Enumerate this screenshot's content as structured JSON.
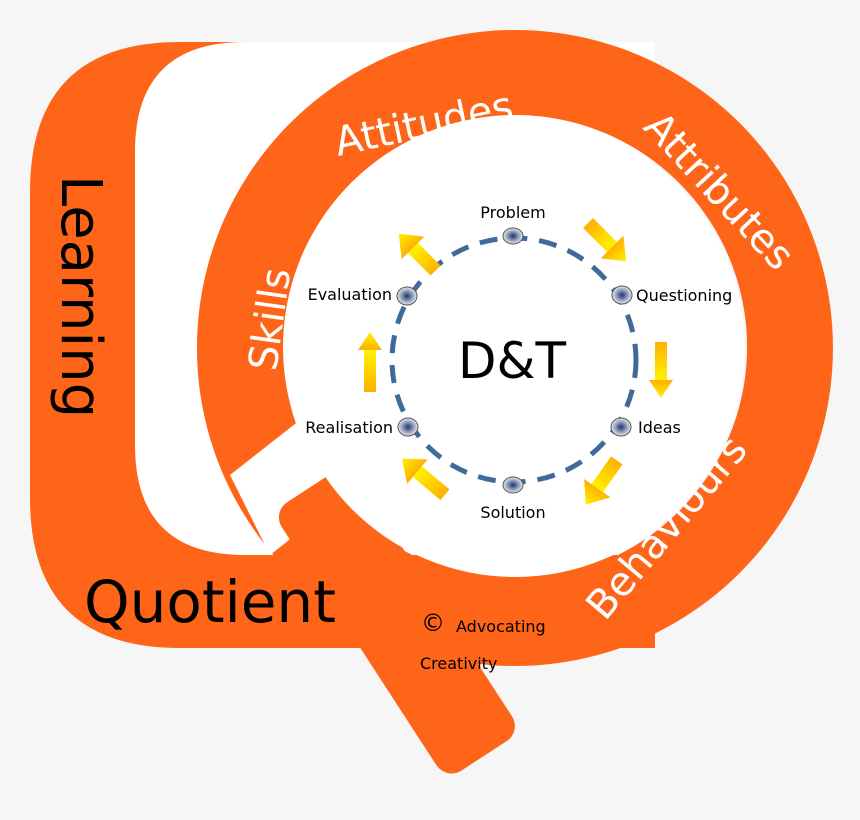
{
  "colors": {
    "background": "#f6f6f6",
    "orange": "#fe6519",
    "white": "#ffffff",
    "dash": "#3f6a99",
    "arrow_top": "#fff200",
    "arrow_bottom": "#ffb300",
    "text_dark": "#000000"
  },
  "frame": {
    "left_label": "Learning",
    "bottom_label": "Quotient"
  },
  "ring": {
    "segments": [
      "Skills",
      "Attitudes",
      "Attributes",
      "Behaviours"
    ]
  },
  "center": {
    "title": "D&T"
  },
  "cycle": {
    "nodes": [
      "Problem",
      "Questioning",
      "Ideas",
      "Solution",
      "Realisation",
      "Evaluation"
    ]
  },
  "credit": {
    "symbol": "©",
    "line1": "Advocating",
    "line2": "Creativity"
  }
}
